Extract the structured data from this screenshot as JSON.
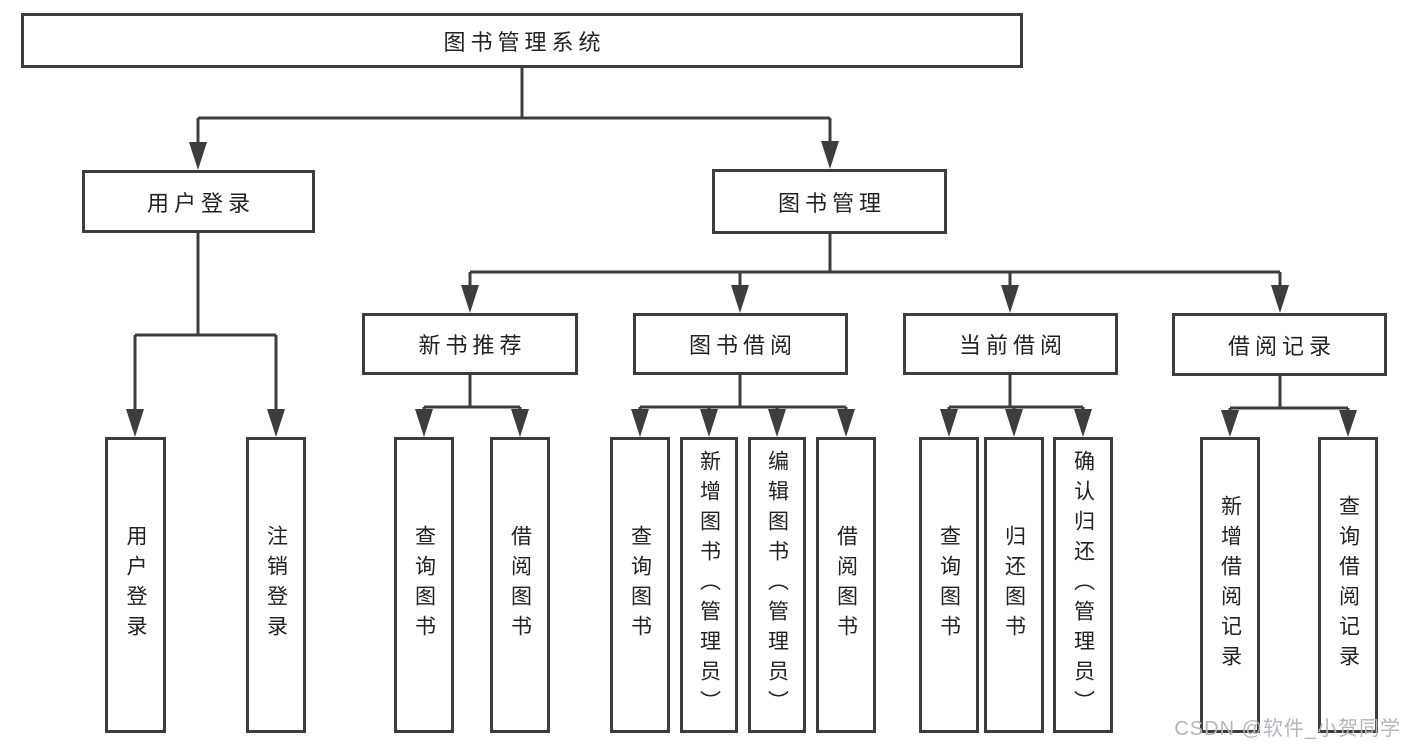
{
  "diagram": {
    "title": "图书管理系统",
    "colors": {
      "line": "#3d3d3d",
      "box_border": "#3d3d3d",
      "box_fill": "#ffffff",
      "text": "#222222",
      "background": "#ffffff",
      "watermark_text_color": "#b5b5bb"
    },
    "tree": {
      "label": "图书管理系统",
      "children": [
        {
          "label": "用户登录",
          "children": [
            {
              "label": "用户登录"
            },
            {
              "label": "注销登录"
            }
          ]
        },
        {
          "label": "图书管理",
          "children": [
            {
              "label": "新书推荐",
              "children": [
                {
                  "label": "查询图书"
                },
                {
                  "label": "借阅图书"
                }
              ]
            },
            {
              "label": "图书借阅",
              "children": [
                {
                  "label": "查询图书"
                },
                {
                  "label": "新增图书（管理员）"
                },
                {
                  "label": "编辑图书（管理员）"
                },
                {
                  "label": "借阅图书"
                }
              ]
            },
            {
              "label": "当前借阅",
              "children": [
                {
                  "label": "查询图书"
                },
                {
                  "label": "归还图书"
                },
                {
                  "label": "确认归还（管理员）"
                }
              ]
            },
            {
              "label": "借阅记录",
              "children": [
                {
                  "label": "新增借阅记录"
                },
                {
                  "label": "查询借阅记录"
                }
              ]
            }
          ]
        }
      ]
    },
    "watermark": {
      "text": "CSDN @软件_小贺同学"
    }
  }
}
